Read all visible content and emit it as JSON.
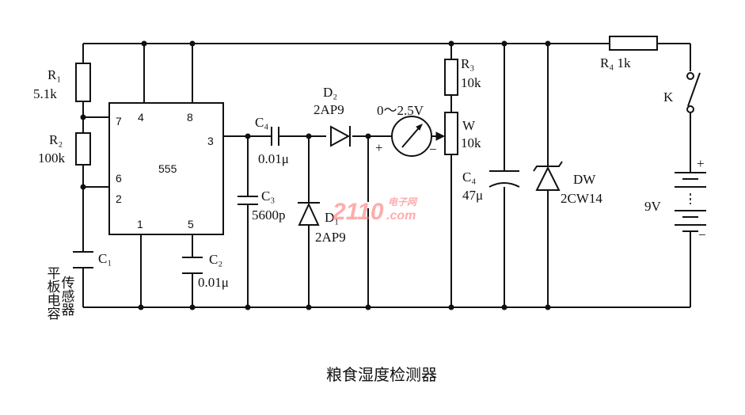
{
  "caption": "粮食湿度检测器",
  "ic": {
    "name": "555",
    "pins": [
      "4",
      "8",
      "7",
      "3",
      "6",
      "2",
      "1",
      "5"
    ]
  },
  "components": {
    "r1": {
      "ref": "R₁",
      "value": "5.1k"
    },
    "r2": {
      "ref": "R₂",
      "value": "100k"
    },
    "r3": {
      "ref": "R₃",
      "value": "10k"
    },
    "r4": {
      "ref": "R₄ 1k"
    },
    "w": {
      "ref": "W",
      "value": "10k"
    },
    "c1": {
      "ref": "C₁"
    },
    "c2": {
      "ref": "C₂",
      "value": "0.01μ"
    },
    "c3": {
      "ref": "C₃",
      "value": "5600p"
    },
    "c4a": {
      "ref": "C₄",
      "value": "0.01μ"
    },
    "c4b": {
      "ref": "C₄",
      "value": "47μ"
    },
    "d1": {
      "ref": "D₁",
      "value": "2AP9"
    },
    "d2": {
      "ref": "D₂",
      "value": "2AP9"
    },
    "dw": {
      "ref": "DW",
      "value": "2CW14"
    },
    "meter": {
      "range": "0～2.5V",
      "plus": "+",
      "minus": "−"
    },
    "switch": {
      "ref": "K"
    },
    "battery": {
      "value": "9V",
      "plus": "+",
      "minus": "−"
    },
    "sensor": {
      "line1": "平板电容",
      "line2": "传感器"
    }
  },
  "watermark": {
    "big": "2110",
    "small_top": "电子网",
    "small_bottom": ".com"
  }
}
